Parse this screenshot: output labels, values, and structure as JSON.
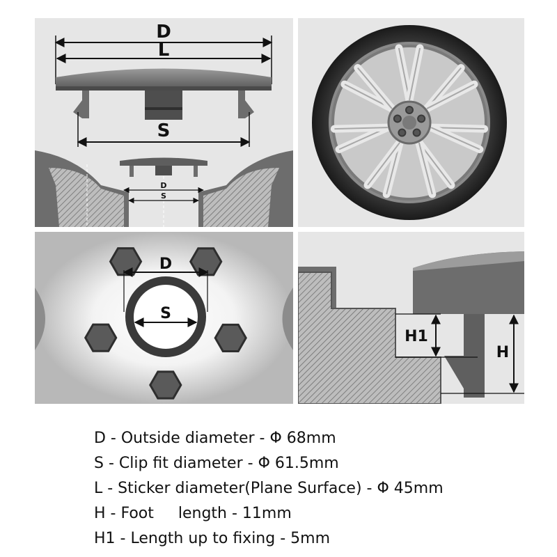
{
  "panels": {
    "cap_profile": {
      "label_d": "D",
      "label_l": "L",
      "label_s": "S",
      "label_d_small": "D",
      "label_s_small": "S"
    },
    "wheel": {},
    "hub_top": {
      "label_d": "D",
      "label_s": "S"
    },
    "cross_section": {
      "label_h1": "H1",
      "label_h": "H"
    }
  },
  "specs": [
    "D - Outside diameter - Φ 68mm",
    "S - Clip fit diameter - Φ 61.5mm",
    "L - Sticker diameter(Plane Surface) - Φ 45mm",
    "H - Foot     length - 11mm",
    "H1 - Length up to fixing - 5mm"
  ],
  "colors": {
    "panel_bg": "#e6e6e6",
    "dark_gray": "#6d6d6d",
    "arrow": "#111111"
  }
}
